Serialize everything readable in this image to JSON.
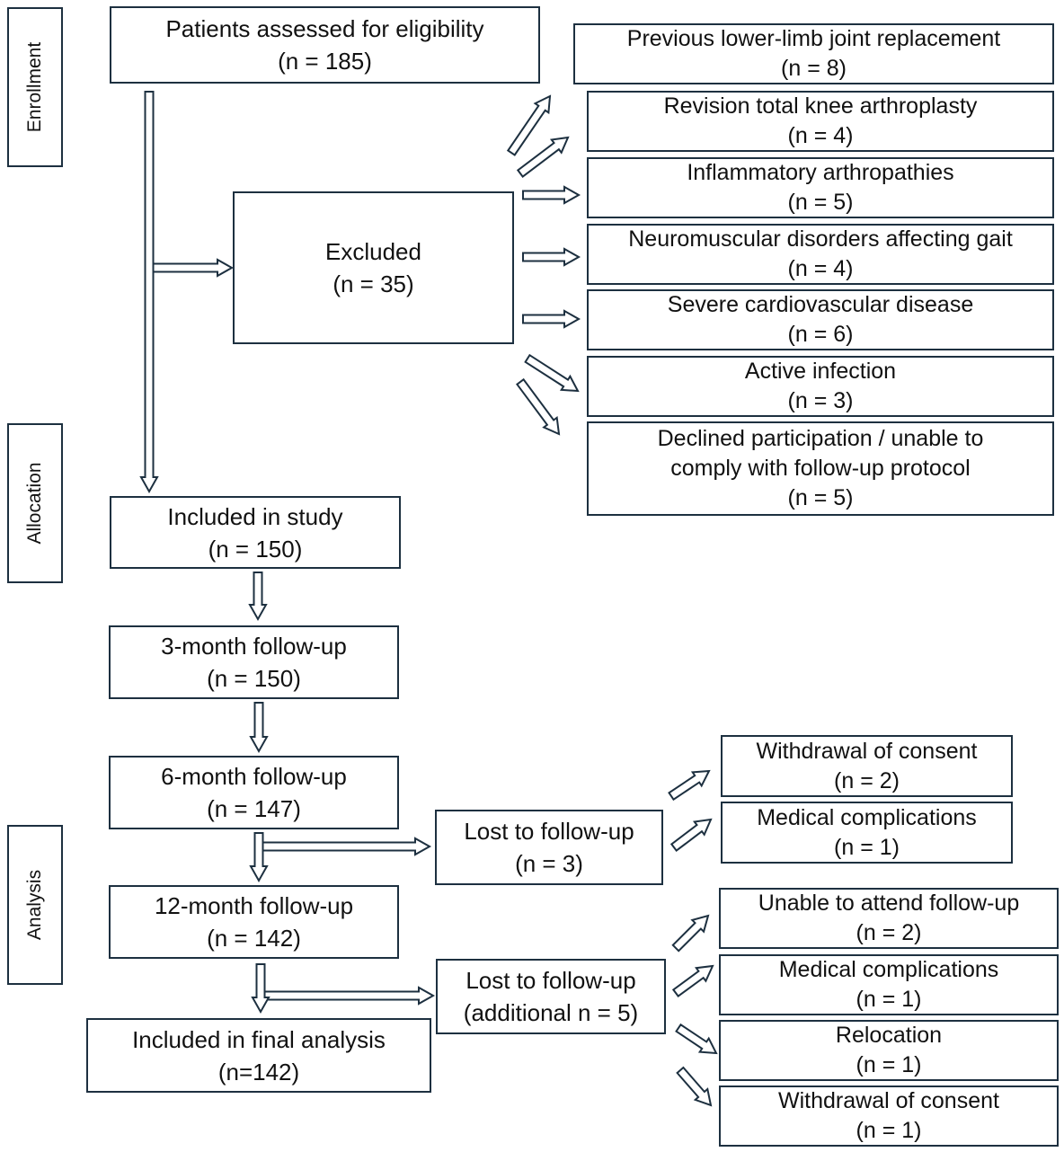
{
  "stages": {
    "enrollment": "Enrollment",
    "allocation": "Allocation",
    "analysis": "Analysis"
  },
  "assessed": {
    "label": "Patients assessed for eligibility",
    "count": "(n = 185)"
  },
  "excluded": {
    "label": "Excluded",
    "count": "(n = 35)"
  },
  "exclusions": [
    {
      "lines": [
        "Previous lower-limb joint replacement"
      ],
      "count": "(n = 8)"
    },
    {
      "lines": [
        "Revision total knee arthroplasty"
      ],
      "count": "(n = 4)"
    },
    {
      "lines": [
        "Inflammatory arthropathies"
      ],
      "count": "(n = 5)"
    },
    {
      "lines": [
        "Neuromuscular disorders affecting gait"
      ],
      "count": "(n = 4)"
    },
    {
      "lines": [
        "Severe cardiovascular disease"
      ],
      "count": "(n = 6)"
    },
    {
      "lines": [
        "Active infection"
      ],
      "count": "(n = 3)"
    },
    {
      "lines": [
        "Declined participation / unable to",
        "comply with follow-up protocol"
      ],
      "count": "(n = 5)"
    }
  ],
  "included": {
    "label": "Included in study",
    "count": "(n = 150)"
  },
  "followup3": {
    "label": "3-month follow-up",
    "count": "(n = 150)"
  },
  "followup6": {
    "label": "6-month follow-up",
    "count": "(n = 147)"
  },
  "followup12": {
    "label": "12-month follow-up",
    "count": "(n = 142)"
  },
  "final": {
    "label": "Included in final analysis",
    "count": "(n=142)"
  },
  "lost1": {
    "label": "Lost to follow-up",
    "count": "(n = 3)"
  },
  "lost1_reasons": [
    {
      "label": "Withdrawal of consent",
      "count": "(n = 2)"
    },
    {
      "label": "Medical complications",
      "count": "(n = 1)"
    }
  ],
  "lost2": {
    "label": "Lost to follow-up",
    "count": "(additional n = 5)"
  },
  "lost2_reasons": [
    {
      "label": "Unable to attend follow-up",
      "count": "(n = 2)"
    },
    {
      "label": "Medical complications",
      "count": "(n = 1)"
    },
    {
      "label": "Relocation",
      "count": "(n = 1)"
    },
    {
      "label": "Withdrawal of consent",
      "count": "(n = 1)"
    }
  ],
  "colors": {
    "border": "#1d3040",
    "arrow": "#1d3040"
  }
}
